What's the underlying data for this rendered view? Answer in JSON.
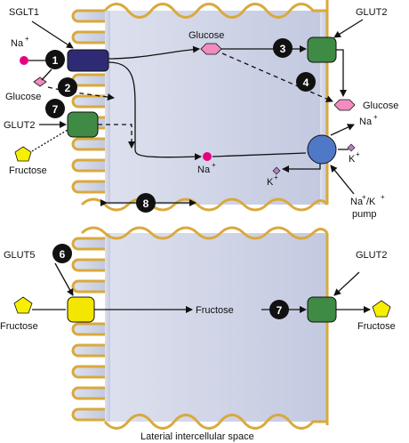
{
  "labels": {
    "sglt1": "SGLT1",
    "glut2_top_right": "GLUT2",
    "na_left": "Na",
    "glucose_top": "Glucose",
    "glucose_left": "Glucose",
    "glut2_left": "GLUT2",
    "fructose_left_top": "Fructose",
    "glucose_right": "Glucose",
    "na_right": "Na",
    "na_mid": "Na",
    "k_right": "K",
    "k_bottom": "K",
    "pump_line1": "Na",
    "pump_k": "/K",
    "pump_line2": "pump",
    "glut5": "GLUT5",
    "glut2_bottom_right": "GLUT2",
    "fructose_left_bottom": "Fructose",
    "fructose_mid": "Fructose",
    "fructose_right": "Fructose",
    "lateral_space": "Laterial intercellular space",
    "plus": "+"
  },
  "steps": {
    "s1": "1",
    "s2": "2",
    "s3": "3",
    "s4": "4",
    "s6": "6",
    "s7a": "7",
    "s7b": "7",
    "s8": "8"
  },
  "colors": {
    "membrane": "#d9a93c",
    "cell_fill": "#c7cde3",
    "sglt1": "#2e2a73",
    "glut2": "#3f8a45",
    "glut5": "#f3e600",
    "pump": "#4f79c7",
    "glucose": "#f28cc0",
    "sodium": "#e6007e",
    "potassium": "#b27fbf",
    "fructose": "#f7ef00"
  }
}
